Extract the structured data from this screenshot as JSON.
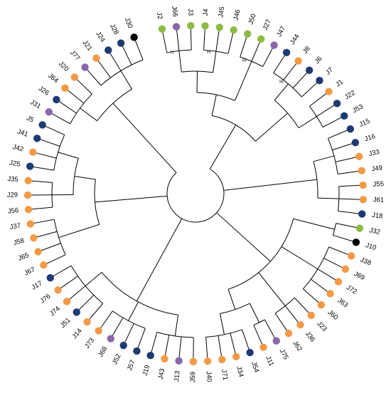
{
  "palette": {
    "green": "#8dbb45",
    "purple": "#8a66aa",
    "orange": "#f39a46",
    "navy": "#1d3a73",
    "black": "#000000"
  },
  "tips": [
    {
      "label": "J2",
      "color": "green"
    },
    {
      "label": "J66",
      "color": "purple"
    },
    {
      "label": "J3",
      "color": "green"
    },
    {
      "label": "J4",
      "color": "green"
    },
    {
      "label": "J45",
      "color": "green"
    },
    {
      "label": "J46",
      "color": "green"
    },
    {
      "label": "J50",
      "color": "green"
    },
    {
      "label": "J27",
      "color": "green"
    },
    {
      "label": "J47",
      "color": "purple"
    },
    {
      "label": "J44",
      "color": "navy"
    },
    {
      "label": "J8",
      "color": "orange"
    },
    {
      "label": "J6",
      "color": "navy"
    },
    {
      "label": "J7",
      "color": "navy"
    },
    {
      "label": "J1",
      "color": "orange"
    },
    {
      "label": "J22",
      "color": "navy"
    },
    {
      "label": "J53",
      "color": "navy"
    },
    {
      "label": "J15",
      "color": "navy"
    },
    {
      "label": "J16",
      "color": "navy"
    },
    {
      "label": "J33",
      "color": "orange"
    },
    {
      "label": "J49",
      "color": "orange"
    },
    {
      "label": "J55",
      "color": "orange"
    },
    {
      "label": "J61",
      "color": "orange"
    },
    {
      "label": "J18",
      "color": "navy"
    },
    {
      "label": "J32",
      "color": "green"
    },
    {
      "label": "J10",
      "color": "black"
    },
    {
      "label": "J38",
      "color": "orange"
    },
    {
      "label": "J69",
      "color": "orange"
    },
    {
      "label": "J72",
      "color": "orange"
    },
    {
      "label": "J63",
      "color": "orange"
    },
    {
      "label": "J60",
      "color": "orange"
    },
    {
      "label": "J23",
      "color": "orange"
    },
    {
      "label": "J36",
      "color": "orange"
    },
    {
      "label": "J62",
      "color": "orange"
    },
    {
      "label": "J75",
      "color": "purple"
    },
    {
      "label": "J11",
      "color": "orange"
    },
    {
      "label": "J54",
      "color": "navy"
    },
    {
      "label": "J34",
      "color": "orange"
    },
    {
      "label": "J71",
      "color": "orange"
    },
    {
      "label": "J40",
      "color": "orange"
    },
    {
      "label": "J59",
      "color": "orange"
    },
    {
      "label": "J13",
      "color": "purple"
    },
    {
      "label": "J43",
      "color": "orange"
    },
    {
      "label": "J19",
      "color": "navy"
    },
    {
      "label": "J57",
      "color": "navy"
    },
    {
      "label": "J52",
      "color": "navy"
    },
    {
      "label": "J68",
      "color": "purple"
    },
    {
      "label": "J73",
      "color": "orange"
    },
    {
      "label": "J14",
      "color": "orange"
    },
    {
      "label": "J51",
      "color": "navy"
    },
    {
      "label": "J74",
      "color": "orange"
    },
    {
      "label": "J76",
      "color": "orange"
    },
    {
      "label": "J17",
      "color": "navy"
    },
    {
      "label": "J67",
      "color": "orange"
    },
    {
      "label": "J65",
      "color": "orange"
    },
    {
      "label": "J58",
      "color": "orange"
    },
    {
      "label": "J37",
      "color": "orange"
    },
    {
      "label": "J56",
      "color": "orange"
    },
    {
      "label": "J29",
      "color": "orange"
    },
    {
      "label": "J35",
      "color": "orange"
    },
    {
      "label": "J25",
      "color": "navy"
    },
    {
      "label": "J42",
      "color": "orange"
    },
    {
      "label": "J41",
      "color": "navy"
    },
    {
      "label": "J5",
      "color": "navy"
    },
    {
      "label": "J31",
      "color": "purple"
    },
    {
      "label": "J26",
      "color": "navy"
    },
    {
      "label": "J64",
      "color": "orange"
    },
    {
      "label": "J20",
      "color": "orange"
    },
    {
      "label": "J77",
      "color": "purple"
    },
    {
      "label": "J21",
      "color": "orange"
    },
    {
      "label": "J24",
      "color": "navy"
    },
    {
      "label": "J28",
      "color": "navy"
    },
    {
      "label": "J30",
      "color": "black"
    }
  ],
  "tree": [
    "root",
    [
      "c1",
      [
        "c1a",
        [
          "g1",
          [
            "c71",
            "J2",
            "J66",
            "J3"
          ],
          [
            "c99",
            "J4",
            "J45",
            "J46"
          ]
        ],
        [
          "c59",
          "J50",
          "J27",
          "J47"
        ]
      ],
      [
        "c1b",
        [
          "c96",
          "J44",
          "J8",
          "J6",
          "J7"
        ],
        [
          "c1c",
          "J1",
          "J22",
          "J53"
        ]
      ]
    ],
    [
      "c2",
      [
        "c2a",
        "J15",
        "J16",
        "J33",
        "J49"
      ],
      [
        "c2b",
        "J55",
        "J61",
        "J18"
      ]
    ],
    [
      "c3",
      [
        "c3x",
        "J32",
        "J10"
      ],
      [
        "c3a",
        "J38",
        "J69",
        "J72",
        "J63",
        "J60"
      ],
      [
        "c3b",
        "J23",
        "J36",
        "J62"
      ],
      [
        "c3c",
        [
          "c3c1",
          "J75",
          "J11"
        ],
        [
          "c3c2",
          "J54",
          "J34",
          "J71",
          "J40"
        ]
      ]
    ],
    [
      "c4",
      [
        "c4a",
        "J59",
        "J13",
        "J43",
        "J19"
      ],
      [
        "c4b",
        "J57",
        "J52",
        "J68",
        "J73"
      ],
      [
        "c4c",
        "J14",
        "J51",
        "J74",
        "J76",
        "J17"
      ]
    ],
    [
      "c5",
      [
        "c5a",
        "J67",
        "J65",
        "J58",
        "J37"
      ],
      [
        "c5b",
        [
          "c5b1",
          "J56",
          "J29",
          "J35"
        ],
        [
          "c5b2",
          "J25",
          "J42",
          "J41",
          "J5"
        ]
      ]
    ],
    [
      "c6",
      [
        "c6a",
        "J31",
        "J26",
        "J64",
        "J20"
      ],
      [
        "c6b",
        "J77",
        "J21",
        "J24",
        "J28",
        "J30"
      ]
    ]
  ],
  "support_labels": [
    {
      "clade": "c71",
      "text": "71"
    },
    {
      "clade": "c99",
      "text": "99"
    },
    {
      "clade": "c59",
      "text": "59"
    },
    {
      "clade": "c96",
      "text": "96"
    }
  ]
}
